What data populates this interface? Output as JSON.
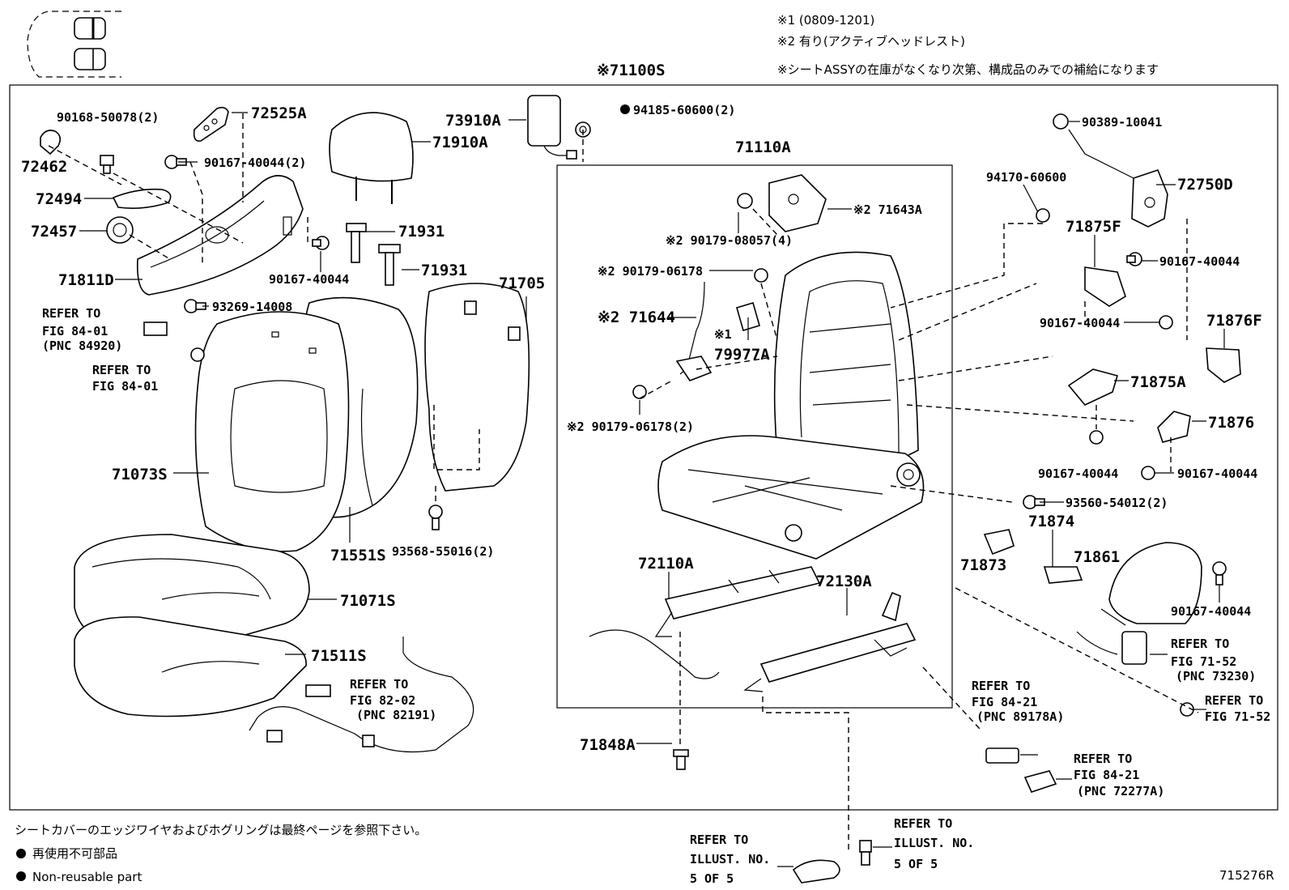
{
  "header_notes": {
    "note1": "※1 (0809-1201)",
    "note2": "※2 有り(アクティブヘッドレスト)",
    "note3": "※シートASSYの在庫がなくなり次第、構成品のみでの補給になります"
  },
  "assembly_label": "※71100S",
  "parts": {
    "p90168": "90168-50078(2)",
    "p72525A": "72525A",
    "p72462": "72462",
    "p90167a": "90167-40044(2)",
    "p72494": "72494",
    "p72457": "72457",
    "p71811D": "71811D",
    "p90167b": "90167-40044",
    "p71910A": "71910A",
    "p71931a": "71931",
    "p71931b": "71931",
    "p73910A": "73910A",
    "p94185": "94185-60600(2)",
    "p71705": "71705",
    "p93269": "93269-14008",
    "p71073S": "71073S",
    "p71551S": "71551S",
    "p93568": "93568-55016(2)",
    "p71071S": "71071S",
    "p71511S": "71511S",
    "p71110A": "71110A",
    "p71643A": "※2 71643A",
    "p90179a": "※2 90179-08057(4)",
    "p90179b": "※2 90179-06178",
    "p71644": "※2 71644",
    "p79977A_mark": "※1",
    "p79977A": "79977A",
    "p90179c": "※2 90179-06178(2)",
    "p72110A": "72110A",
    "p72130A": "72130A",
    "p71848A": "71848A",
    "p90389": "90389-10041",
    "p94170": "94170-60600",
    "p72750D": "72750D",
    "p71875F": "71875F",
    "p90167c": "90167-40044",
    "p90167d": "90167-40044",
    "p71876F": "71876F",
    "p71875A": "71875A",
    "p71876": "71876",
    "p90167e": "90167-40044",
    "p90167f": "90167-40044",
    "p93560": "93560-54012(2)",
    "p71874": "71874",
    "p71873": "71873",
    "p71861": "71861",
    "p90167g": "90167-40044"
  },
  "refs": {
    "r1": [
      "REFER TO",
      "FIG 84-01",
      "(PNC 84920)"
    ],
    "r2": [
      "REFER TO",
      "FIG 84-01"
    ],
    "r3": [
      "REFER TO",
      "FIG 82-02",
      "(PNC 82191)"
    ],
    "r4": [
      "REFER TO",
      "FIG 84-21",
      "(PNC 89178A)"
    ],
    "r5": [
      "REFER TO",
      "FIG 84-21",
      "(PNC 72277A)"
    ],
    "r6": [
      "REFER TO",
      "FIG 71-52",
      "(PNC 73230)"
    ],
    "r7": [
      "REFER TO",
      "FIG 71-52"
    ],
    "r8": [
      "REFER TO",
      "ILLUST. NO.",
      "5 OF 5"
    ],
    "r9": [
      "REFER TO",
      "ILLUST. NO.",
      "5 OF 5"
    ]
  },
  "footer": {
    "note_jp": "シートカバーのエッジワイヤおよびホグリングは最終ページを参照下さい。",
    "legend_jp": "再使用不可部品",
    "legend_en": "Non-reusable part",
    "figure_id": "715276R"
  }
}
